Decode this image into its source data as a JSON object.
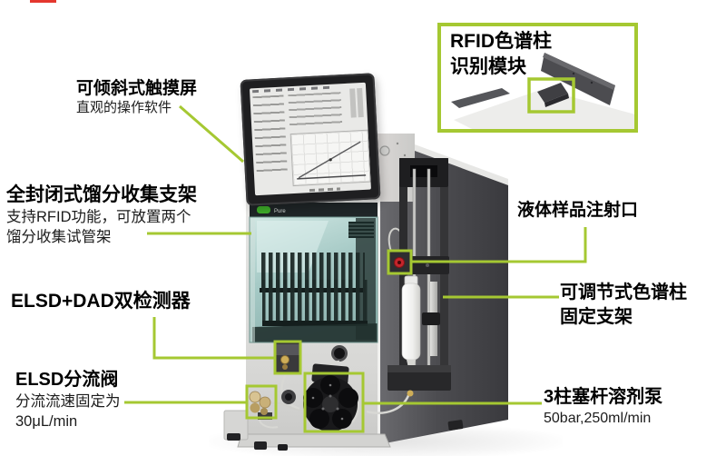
{
  "colors": {
    "accent_green": "#a5c832",
    "glass_teal": "#a9ccc8",
    "machine_gray": "#d9d9d7",
    "side_panel_gray": "#4a4a4e",
    "stray_mark_red": "#e4372e"
  },
  "machine": {
    "logo_text": "Pure"
  },
  "callouts": {
    "rfid_module": {
      "title_line1": "RFID色谱柱",
      "title_line2": "识别模块"
    },
    "touchscreen": {
      "title": "可倾斜式触摸屏",
      "subtitle": "直观的操作软件"
    },
    "fraction_collector": {
      "title": "全封闭式馏分收集支架",
      "subtitle_line1": "支持RFID功能，可放置两个",
      "subtitle_line2": "馏分收集试管架"
    },
    "detector": {
      "title": "ELSD+DAD双检测器"
    },
    "split_valve": {
      "title": "ELSD分流阀",
      "subtitle_line1": "分流流速固定为",
      "subtitle_line2": "30μL/min"
    },
    "injection_port": {
      "title": "液体样品注射口"
    },
    "column_bracket": {
      "title_line1": "可调节式色谱柱",
      "title_line2": "固定支架"
    },
    "solvent_pump": {
      "title": "3柱塞杆溶剂泵",
      "subtitle": "50bar,250ml/min"
    }
  }
}
